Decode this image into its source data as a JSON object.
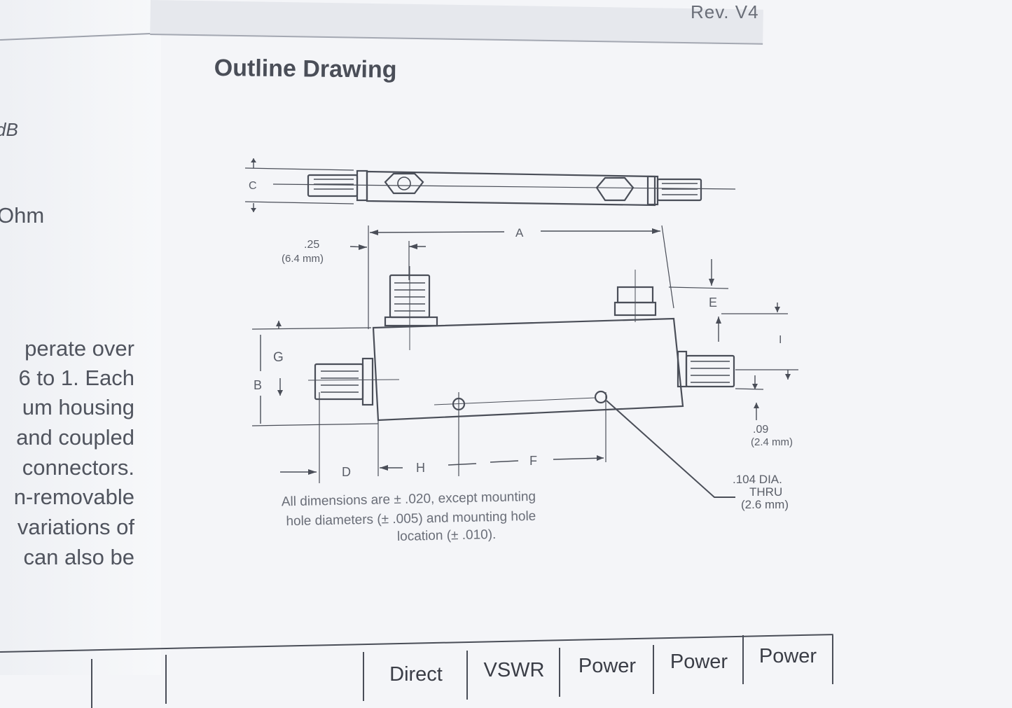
{
  "header": {
    "rev": "Rev. V4"
  },
  "section": {
    "title": "Outline Drawing"
  },
  "left_fragments": {
    "db": "dB",
    "ohm": "Ohm"
  },
  "paragraph": [
    "perate  over",
    "6 to 1. Each",
    "um housing",
    "and coupled",
    "connectors.",
    "n-removable",
    "variations of",
    "can also be"
  ],
  "drawing": {
    "labels": {
      "A": "A",
      "B": "B",
      "C": "C",
      "D": "D",
      "E": "E",
      "F": "F",
      "G": "G",
      "H": "H",
      "I": "I"
    },
    "dim_25": ".25",
    "dim_25_mm": "(6.4 mm)",
    "dim_09": ".09",
    "dim_09_mm": "(2.4 mm)",
    "hole_1": ".104 DIA.",
    "hole_2": "THRU",
    "hole_3": "(2.6 mm)",
    "note": [
      "All dimensions are ± .020, except mounting",
      "hole diameters (± .005) and mounting hole",
      "location (± .010)."
    ]
  },
  "table": {
    "headers": [
      "Direct",
      "VSWR",
      "Power",
      "Power",
      "Power"
    ]
  }
}
